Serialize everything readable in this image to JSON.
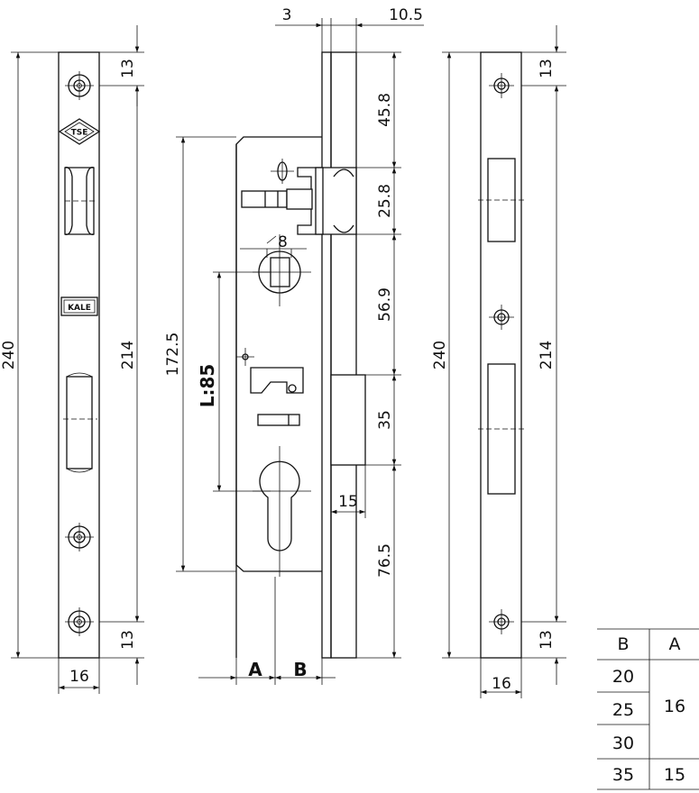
{
  "dimensions": {
    "top_3": "3",
    "top_10_5": "10.5",
    "d45_8": "45.8",
    "d25_8": "25.8",
    "d56_9": "56.9",
    "d35": "35",
    "d15": "15",
    "d76_5": "76.5",
    "d172_5": "172.5",
    "l85": "L:85",
    "diam8": "8",
    "left_240": "240",
    "left_214": "214",
    "left_13_top": "13",
    "left_13_bottom": "13",
    "left_16": "16",
    "right_240": "240",
    "right_214": "214",
    "right_13_top": "13",
    "right_13_bottom": "13",
    "right_16": "16",
    "label_a": "A",
    "label_b": "B"
  },
  "logos": {
    "tse": "TSE",
    "kale": "KALE"
  },
  "table": {
    "headers": [
      "B",
      "A"
    ],
    "rows": [
      {
        "b": "20",
        "a": ""
      },
      {
        "b": "25",
        "a": "16"
      },
      {
        "b": "30",
        "a": ""
      },
      {
        "b": "35",
        "a": "15"
      }
    ]
  }
}
